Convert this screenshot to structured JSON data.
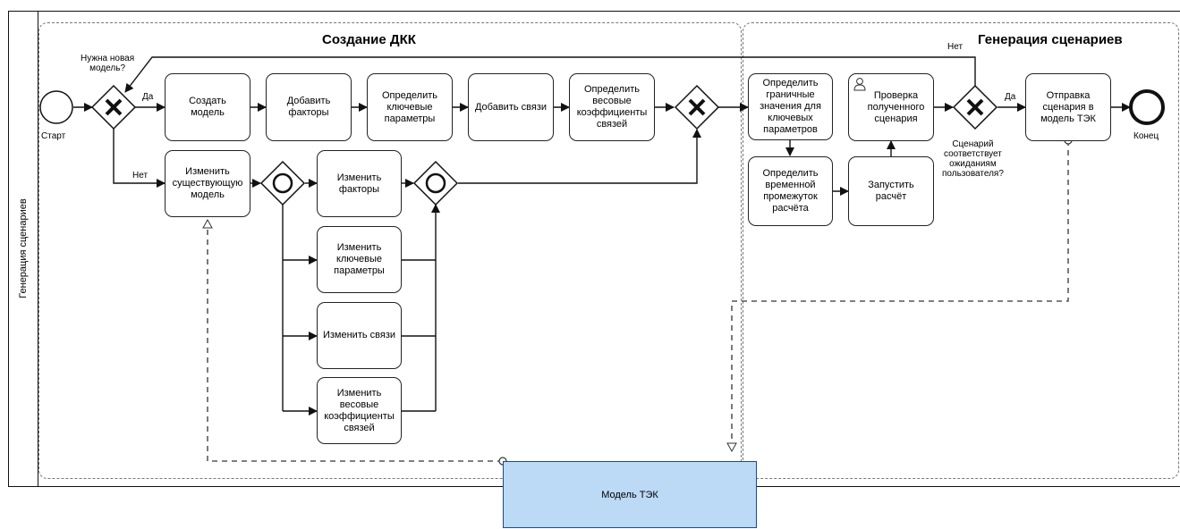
{
  "pool": {
    "label": "Генерация сценариев"
  },
  "groups": {
    "dkk_title": "Создание ДКК",
    "gen_title": "Генерация сценариев"
  },
  "events": {
    "start_label": "Старт",
    "end_label": "Конец"
  },
  "gateways": {
    "new_model_question": "Нужна новая\nмодель?",
    "yes": "Да",
    "no": "Нет",
    "scenario_question": "Сценарий\nсоответствует\nожиданиям\nпользователя?",
    "yes2": "Да",
    "no2": "Нет"
  },
  "tasks": {
    "create_model": "Создать\nмодель",
    "add_factors": "Добавить\nфакторы",
    "define_key_params": "Определить\nключевые\nпараметры",
    "add_links": "Добавить связи",
    "define_weights": "Определить\nвесовые\nкоэффициенты\nсвязей",
    "change_model": "Изменить\nсуществующую\nмодель",
    "change_factors": "Изменить\nфакторы",
    "change_key_params": "Изменить\nключевые\nпараметры",
    "change_links": "Изменить связи",
    "change_weights": "Изменить\nвесовые\nкоэффициенты\nсвязей",
    "define_bounds": "Определить\nграничные\nзначения для\nключевых\nпараметров",
    "define_interval": "Определить\nвременной\nпромежуток\nрасчёта",
    "check_scenario": "Проверка\nполученного\nсценария",
    "run_calc": "Запустить\nрасчёт",
    "send_scenario": "Отправка\nсценария в\nмодель ТЭК"
  },
  "datastore": {
    "label": "Модель ТЭК"
  },
  "icons": {
    "exclusive_gateway": "x-gateway-icon",
    "inclusive_gateway": "o-gateway-icon",
    "user_task": "user-icon"
  },
  "colors": {
    "datastore_fill": "#bcd9f5",
    "datastore_border": "#1d4a8a"
  }
}
